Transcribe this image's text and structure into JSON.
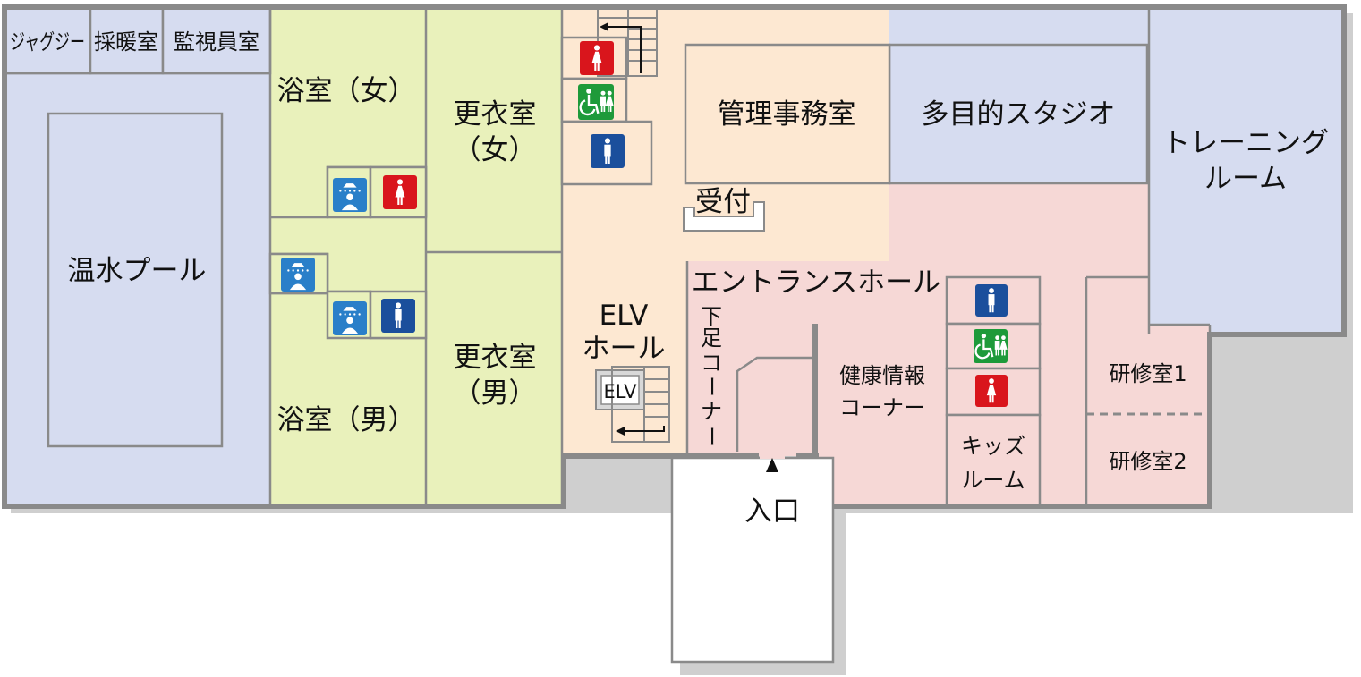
{
  "colors": {
    "pool_blue": "#d6dcf0",
    "bath_green": "#e9f1bb",
    "hall_peach": "#fde8d2",
    "entrance_pink": "#f6d8d6",
    "wall_gray": "#8a8a8a",
    "toilet_female_red": "#d9151c",
    "toilet_male_blue": "#1b4f9c",
    "accessible_green": "#1e9a3a",
    "shower_blue": "#2a7fc9"
  },
  "rooms": {
    "jacuzzi": "ジャグジー",
    "warming_room": "採暖室",
    "lifeguard_room": "監視員室",
    "warm_pool": "温水プール",
    "bath_female": "浴室（女）",
    "bath_male": "浴室（男）",
    "locker_female": [
      "更衣室",
      "（女）"
    ],
    "locker_male": [
      "更衣室",
      "（男）"
    ],
    "elv_hall": [
      "ELV",
      "ホール"
    ],
    "elv": "ELV",
    "management_office": "管理事務室",
    "multipurpose_studio": "多目的スタジオ",
    "training_room": [
      "トレーニング",
      "ルーム"
    ],
    "reception": "受付",
    "entrance_hall": "エントランスホール",
    "shoe_corner": [
      "下",
      "足",
      "コ",
      "ー",
      "ナ",
      "ー"
    ],
    "health_info_corner": [
      "健康情報",
      "コーナー"
    ],
    "kids_room": [
      "キッズ",
      "ルーム"
    ],
    "study_room_1": "研修室1",
    "study_room_2": "研修室2",
    "entrance": "入口"
  },
  "icons": [
    "toilet-female-icon",
    "toilet-accessible-icon",
    "toilet-male-icon",
    "shower-icon",
    "entrance-arrow-icon"
  ]
}
